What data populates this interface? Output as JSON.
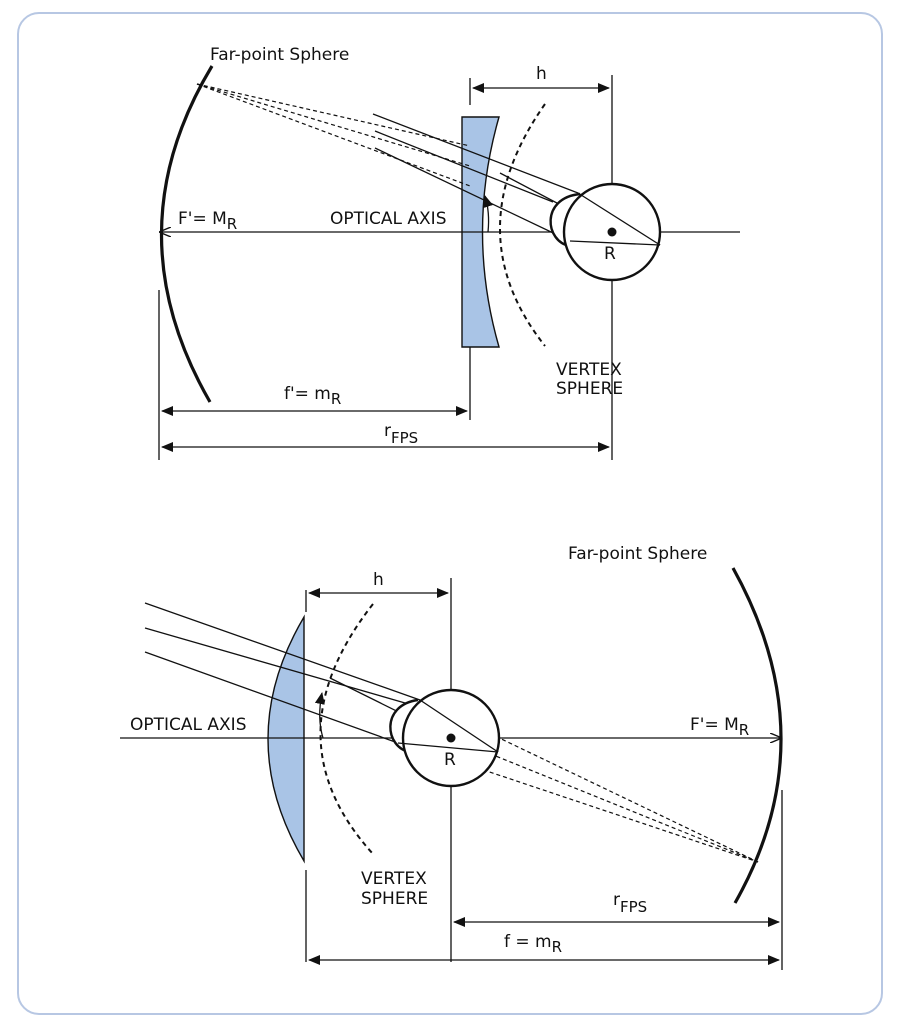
{
  "colors": {
    "frame_border": "#b7c7e3",
    "lens_fill": "#a9c4e6",
    "line": "#111111"
  },
  "top_diagram": {
    "far_point_label": "Far-point Sphere",
    "h_label": "h",
    "focal_point_label": "F'= M",
    "focal_point_sub": "R",
    "optical_axis_label": "OPTICAL AXIS",
    "rotation_center_label": "R",
    "vertex_sphere_line1": "VERTEX",
    "vertex_sphere_line2": "SPHERE",
    "focal_length_label": "f'= m",
    "focal_length_sub": "R",
    "radius_label": "r",
    "radius_sub": "FPS"
  },
  "bottom_diagram": {
    "far_point_label": "Far-point Sphere",
    "h_label": "h",
    "optical_axis_label": "OPTICAL AXIS",
    "focal_point_label": "F'= M",
    "focal_point_sub": "R",
    "rotation_center_label": "R",
    "vertex_sphere_line1": "VERTEX",
    "vertex_sphere_line2": "SPHERE",
    "radius_label": "r",
    "radius_sub": "FPS",
    "focal_length_label": "f  = m",
    "focal_length_sub": "R"
  }
}
